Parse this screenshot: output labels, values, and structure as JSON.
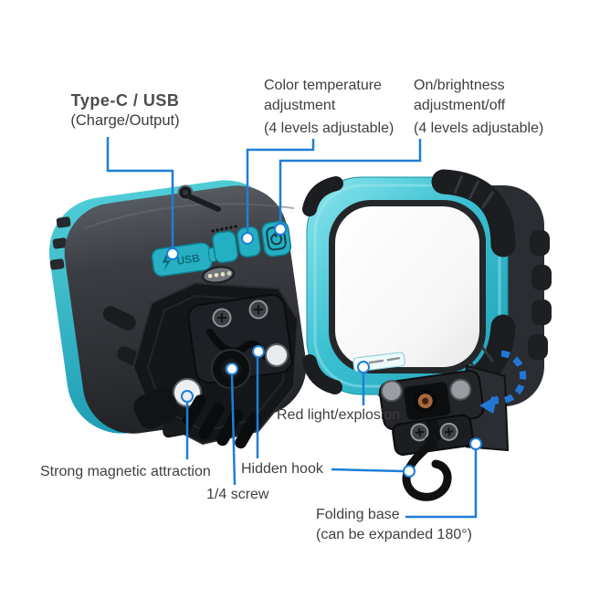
{
  "page": {
    "background": "#ffffff"
  },
  "colors": {
    "leader_line": "#1e7ed6",
    "teal_accent": "#2fb9cb",
    "device_body": "#2c2f33",
    "label_text": "#3f3f3f"
  },
  "callouts": {
    "type_c": {
      "title": "Type-C / USB",
      "subtitle": "(Charge/Output)"
    },
    "color_temperature": {
      "line1": "Color temperature",
      "line2": "adjustment",
      "line3": "(4 levels adjustable)"
    },
    "on_brightness": {
      "line1": "On/brightness",
      "line2": "adjustment/off",
      "line3": "(4 levels adjustable)"
    },
    "red_light": {
      "label": "Red light/explosion"
    },
    "magnetic": {
      "label": "Strong magnetic attraction"
    },
    "hidden_hook": {
      "label": "Hidden hook"
    },
    "quarter_screw": {
      "label": "1/4 screw"
    },
    "folding_base": {
      "line1": "Folding base",
      "line2": "(can be expanded 180°)"
    }
  },
  "device_markings": {
    "usb_port_label": "USB"
  }
}
